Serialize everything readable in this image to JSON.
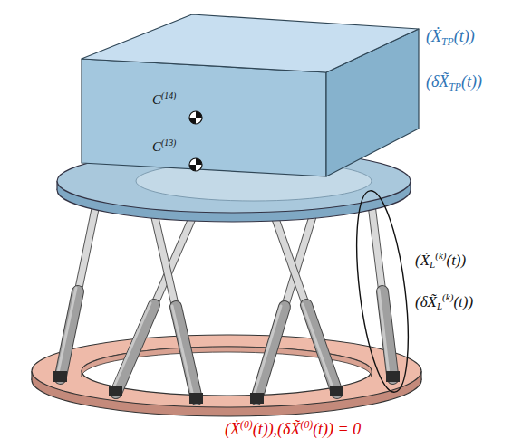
{
  "diagram": {
    "labels": [
      "C",
      "(14)",
      "C",
      "(13)",
      "(Ẋ",
      "TP",
      "(t))",
      "(δX̃",
      "TP",
      "(t))",
      "(Ẋ",
      "L",
      "(k)",
      "(t))",
      "(δX̃",
      "L",
      "(k)",
      "(t))",
      "(Ẋ",
      "(0)",
      "(t)),(δX̃",
      "(0)",
      "(t)) = 0"
    ]
  }
}
